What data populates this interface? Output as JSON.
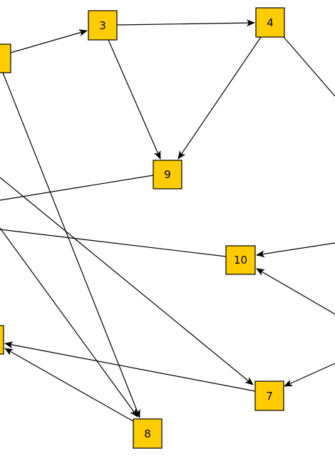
{
  "diagram": {
    "type": "directed-graph",
    "colors": {
      "node_fill": "#ffcc00",
      "node_stroke": "#000000",
      "edge": "#000000",
      "background": "#ffffff"
    },
    "nodes": [
      {
        "id": "n1",
        "label": ""
      },
      {
        "id": "n3",
        "label": "3"
      },
      {
        "id": "n4",
        "label": "4"
      },
      {
        "id": "n9",
        "label": "9"
      },
      {
        "id": "n10",
        "label": "10"
      },
      {
        "id": "n7",
        "label": "7"
      },
      {
        "id": "n8",
        "label": "8"
      },
      {
        "id": "n6",
        "label": ""
      }
    ],
    "edges": [
      {
        "from": "n1",
        "to": "n3"
      },
      {
        "from": "n3",
        "to": "n4"
      },
      {
        "from": "n3",
        "to": "n9"
      },
      {
        "from": "n4",
        "to": "n9"
      },
      {
        "from": "n1",
        "to": "n8"
      },
      {
        "from": "n8",
        "to": "n6"
      },
      {
        "from": "n7",
        "to": "n6"
      }
    ]
  }
}
